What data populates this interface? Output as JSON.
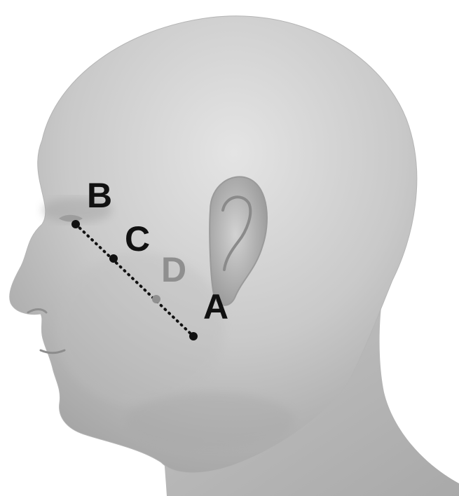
{
  "figure": {
    "points": [
      {
        "id": "B",
        "label": "B",
        "color": "#111111"
      },
      {
        "id": "C",
        "label": "C",
        "color": "#111111"
      },
      {
        "id": "D",
        "label": "D",
        "color": "#8f8f8f"
      },
      {
        "id": "A",
        "label": "A",
        "color": "#111111"
      }
    ],
    "connector": {
      "style": "dotted",
      "color": "#111111"
    },
    "colors": {
      "background": "#ffffff",
      "skin_light": "#dcdcdc",
      "skin_mid": "#bcbcbc",
      "skin_dark": "#8c8c8c"
    }
  }
}
